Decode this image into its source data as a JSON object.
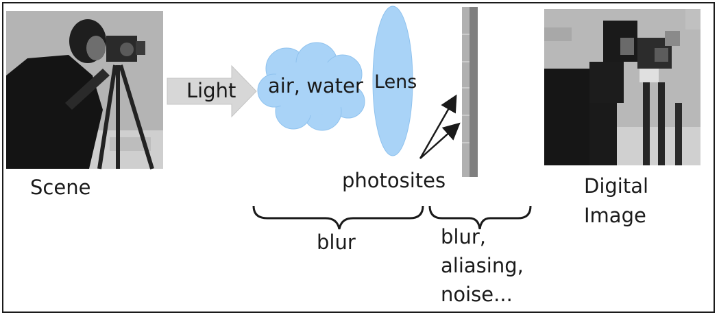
{
  "labels": {
    "light": "Light",
    "air_water": "air, water",
    "lens": "Lens",
    "photosites": "photosites",
    "scene": "Scene",
    "digital_image_line1": "Digital",
    "digital_image_line2": "Image",
    "blur_optics": "blur",
    "blur_sensor_line1": "blur,",
    "blur_sensor_line2": "aliasing,",
    "blur_sensor_line3": "noise..."
  },
  "colors": {
    "cloud_fill": "#a9d3f7",
    "lens_fill": "#a9d3f7",
    "arrow_fill": "#d7d7d7",
    "sensor_gray": "#8c8c8c",
    "line_color": "#1a1a1a"
  },
  "icons": {
    "scene_image": "cameraman-photo",
    "digital_image": "pixelated-cameraman-photo"
  }
}
